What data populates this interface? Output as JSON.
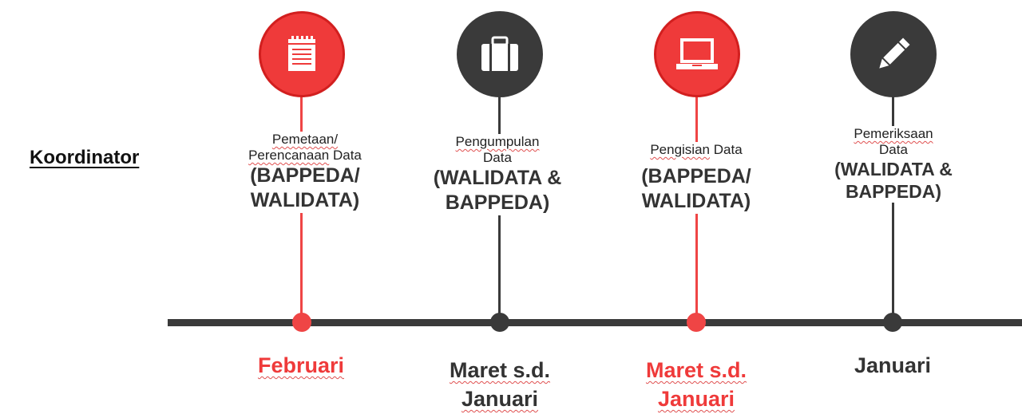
{
  "row_label": "Koordinator",
  "stages": [
    {
      "icon": "notepad-icon",
      "title_lines": [
        "Pemetaan/",
        "Perencanaan Data"
      ],
      "actor_lines": [
        "(BAPPEDA/",
        "WALIDATA)"
      ],
      "period_lines": [
        "Februari"
      ],
      "color": "#ef3a3a"
    },
    {
      "icon": "briefcase-icon",
      "title_lines": [
        "Pengumpulan",
        "Data"
      ],
      "actor_lines": [
        "(WALIDATA &",
        "BAPPEDA)"
      ],
      "period_lines": [
        "Maret s.d.",
        "Januari"
      ],
      "color": "#3a3a3a"
    },
    {
      "icon": "laptop-icon",
      "title_lines": [
        "Pengisian Data"
      ],
      "actor_lines": [
        "(BAPPEDA/",
        "WALIDATA)"
      ],
      "period_lines": [
        "Maret s.d.",
        "Januari"
      ],
      "color": "#ef3a3a"
    },
    {
      "icon": "pencil-icon",
      "title_lines": [
        "Pemeriksaan",
        "Data"
      ],
      "actor_lines": [
        "(WALIDATA &",
        "BAPPEDA)"
      ],
      "period_lines": [
        "Januari"
      ],
      "color": "#3a3a3a"
    }
  ]
}
